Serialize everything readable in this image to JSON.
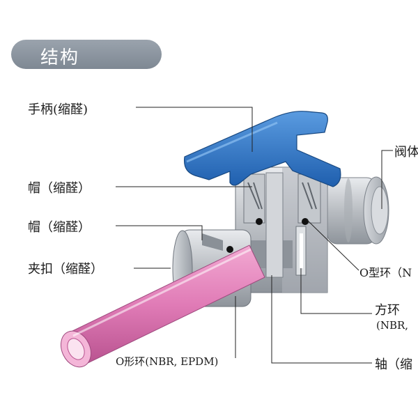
{
  "header": {
    "title": "结构"
  },
  "labels": {
    "handle": "手柄(缩醛)",
    "cap1": "帽（缩醛）",
    "cap2": "帽（缩醛）",
    "collet": "夹扣（缩醛）",
    "oring_bottom": "O形环(NBR, EPDM)",
    "body": "阀体",
    "oring_right": "O型环（N",
    "square_ring": "方环",
    "square_ring_mat": "(NBR,",
    "shaft": "轴（缩"
  },
  "colors": {
    "handle": "#2f78c8",
    "tube": "#e07bb6",
    "body": "#c9ccd0",
    "title_bg": "#8a939d"
  }
}
